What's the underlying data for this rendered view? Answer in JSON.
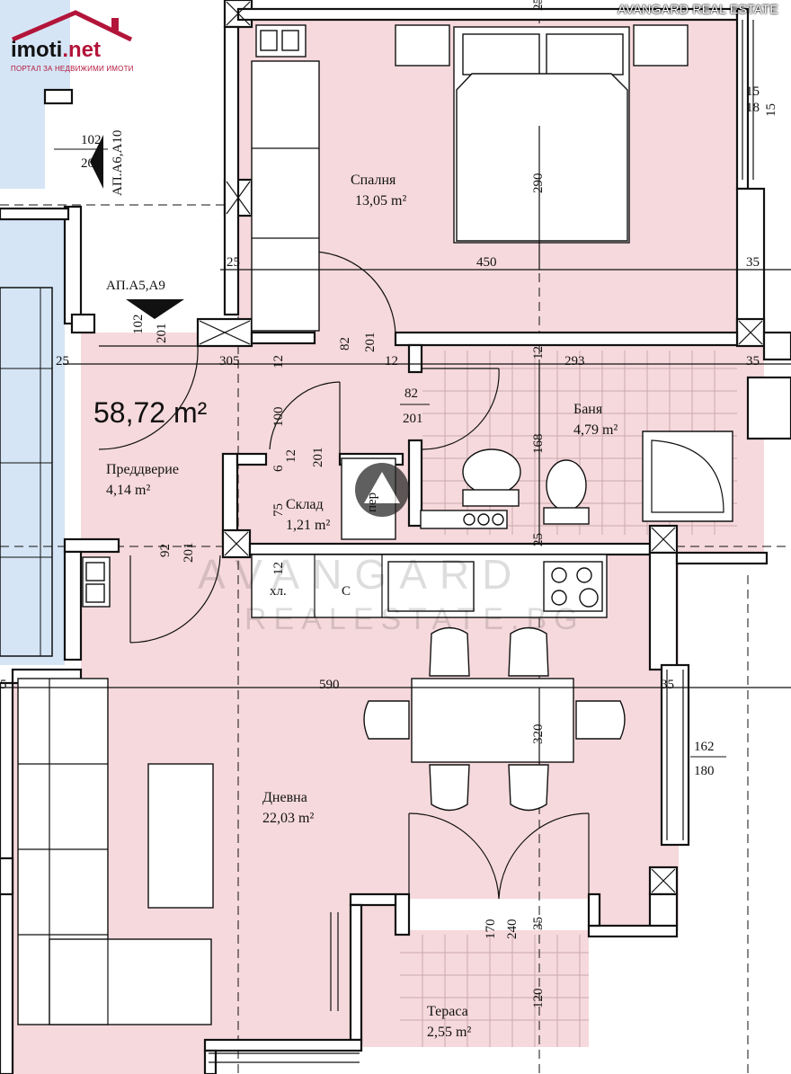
{
  "branding": {
    "logo_text_main": "imoti",
    "logo_text_tld": ".net",
    "logo_subtitle": "ПОРТАЛ ЗА НЕДВИЖИМИ ИМОТИ",
    "corner_label": "AVANGARD REAL ESTATE",
    "watermark_line1": "AVANGARD",
    "watermark_line2": "REALESTATE.BG"
  },
  "plan": {
    "total_area": "58,72 m²",
    "section_ref_top": "АП.А6,А10",
    "section_ref_mid": "АП.А5,А9"
  },
  "rooms": [
    {
      "name": "Спалня",
      "area": "13,05 m²"
    },
    {
      "name": "Баня",
      "area": "4,79 m²"
    },
    {
      "name": "Преддверие",
      "area": "4,14 m²"
    },
    {
      "name": "Склад",
      "area": "1,21 m²"
    },
    {
      "name": "Дневна",
      "area": "22,03 m²"
    },
    {
      "name": "Тераса",
      "area": "2,55 m²"
    }
  ],
  "fixtures": {
    "fridge_label": "хл.",
    "sink_label": "С",
    "washer_label": "пер"
  },
  "dimensions": {
    "bedroom_width": "450",
    "bedroom_depth": "290",
    "bath_width": "293",
    "bath_depth": "168",
    "hall_width": "305",
    "living_width": "590",
    "living_depth": "320",
    "terrace_depth": "120",
    "terrace_door_170": "170",
    "terrace_door_240": "240",
    "wall_25": "25",
    "wall_35": "35",
    "wall_12": "12",
    "wall_15": "15",
    "wall_18": "18",
    "wall_5": "5",
    "d_100": "100",
    "d_75": "75",
    "d_6": "6",
    "win_162": "162",
    "win_180": "180",
    "door_102": "102",
    "door_201": "201",
    "door_82": "82",
    "door_92": "92"
  }
}
